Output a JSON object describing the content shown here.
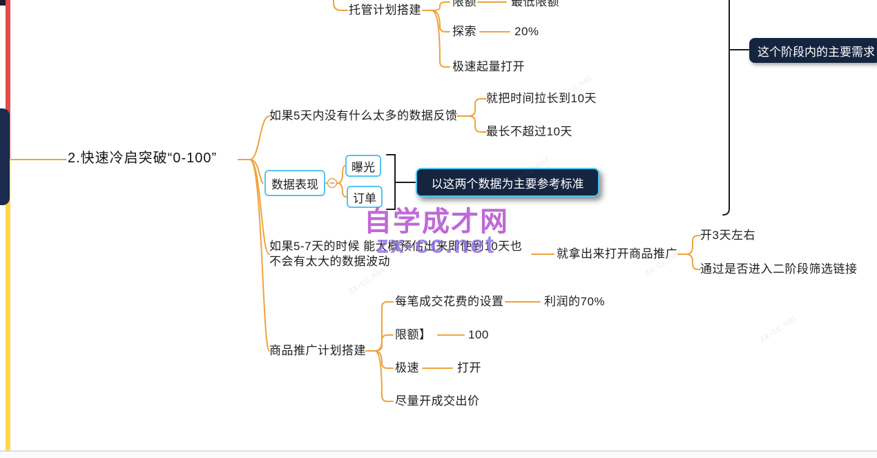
{
  "colors": {
    "branch_line": "#EFA23C",
    "bracket_line": "#1B1B1B",
    "node_border_cyan": "#54C3EE",
    "dark_box_bg": "#152540",
    "strip_red": "#E14B4C",
    "strip_yellow": "#FFD64B",
    "watermark_purple": "#B44FD0"
  },
  "nodes": {
    "main": "2.快速冷启突破“0-100”",
    "tuoguan": "托管计划搭建",
    "xiane_top": "限额",
    "xiane_top_value": "最低限额",
    "tansuo": "探索",
    "tansuo_value": "20%",
    "jisu_qiliang": "极速起量打开",
    "feedback5": "如果5天内没有什么太多的数据反馈",
    "feedback5_c1": "就把时间拉长到10天",
    "feedback5_c2": "最长不超过10天",
    "shuju": "数据表现",
    "baoguang": "曝光",
    "dingdan": "订单",
    "callout": "以这两个数据为主要参考标准",
    "day57_line1": "如果5-7天的时候  能大概预估出来即使到10天也",
    "day57_line2": "不会有太大的数据波动",
    "tuiguang": "就拿出来打开商品推广",
    "kai3": "开3天左右",
    "tongguo": "通过是否进入二阶段筛选链接",
    "shangpin": "商品推广计划搭建",
    "meibi": "每笔成交花费的设置",
    "meibi_value": "利润的70%",
    "xiane2": "限额】",
    "xiane2_value": "100",
    "jisu2": "极速",
    "jisu2_value": "打开",
    "jinliang": "尽量开成交出价",
    "stage_note": "这个阶段内的主要需求"
  },
  "watermark": {
    "line1": "自学成才网",
    "line2": "zx-cc.net",
    "tiled": "zx-cc.net"
  }
}
